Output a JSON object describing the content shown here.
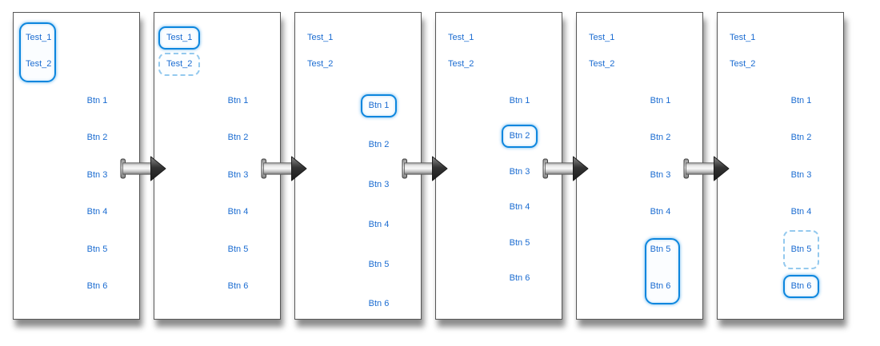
{
  "colors": {
    "label_text": "#1b6cd1",
    "highlight_solid_border": "#0c86de",
    "highlight_dashed_border": "#93c9ee",
    "panel_border": "#565656",
    "arrow_dark": "#2a2a2a"
  },
  "flow": {
    "arrow_icon": "right-arrow",
    "arrow_count": 5
  },
  "panels": [
    {
      "tests": [
        {
          "label": "Test_1",
          "highlight": "none"
        },
        {
          "label": "Test_2",
          "highlight": "none"
        }
      ],
      "test_group_highlight": "solid",
      "button_group_highlight": "none",
      "buttons": [
        {
          "label": "Btn 1",
          "highlight": "none"
        },
        {
          "label": "Btn 2",
          "highlight": "none"
        },
        {
          "label": "Btn 3",
          "highlight": "none"
        },
        {
          "label": "Btn 4",
          "highlight": "none"
        },
        {
          "label": "Btn 5",
          "highlight": "none"
        },
        {
          "label": "Btn 6",
          "highlight": "none"
        }
      ]
    },
    {
      "tests": [
        {
          "label": "Test_1",
          "highlight": "solid"
        },
        {
          "label": "Test_2",
          "highlight": "dashed"
        }
      ],
      "test_group_highlight": "none",
      "button_group_highlight": "none",
      "buttons": [
        {
          "label": "Btn 1",
          "highlight": "none"
        },
        {
          "label": "Btn 2",
          "highlight": "none"
        },
        {
          "label": "Btn 3",
          "highlight": "none"
        },
        {
          "label": "Btn 4",
          "highlight": "none"
        },
        {
          "label": "Btn 5",
          "highlight": "none"
        },
        {
          "label": "Btn 6",
          "highlight": "none"
        }
      ]
    },
    {
      "tests": [
        {
          "label": "Test_1",
          "highlight": "none"
        },
        {
          "label": "Test_2",
          "highlight": "none"
        }
      ],
      "test_group_highlight": "none",
      "button_group_highlight": "none",
      "buttons": [
        {
          "label": "Btn 1",
          "highlight": "solid"
        },
        {
          "label": "Btn 2",
          "highlight": "none"
        },
        {
          "label": "Btn 3",
          "highlight": "none"
        },
        {
          "label": "Btn 4",
          "highlight": "none"
        },
        {
          "label": "Btn 5",
          "highlight": "none"
        },
        {
          "label": "Btn 6",
          "highlight": "none"
        }
      ]
    },
    {
      "tests": [
        {
          "label": "Test_1",
          "highlight": "none"
        },
        {
          "label": "Test_2",
          "highlight": "none"
        }
      ],
      "test_group_highlight": "none",
      "button_group_highlight": "none",
      "buttons": [
        {
          "label": "Btn 1",
          "highlight": "none"
        },
        {
          "label": "Btn 2",
          "highlight": "solid"
        },
        {
          "label": "Btn 3",
          "highlight": "none"
        },
        {
          "label": "Btn 4",
          "highlight": "none"
        },
        {
          "label": "Btn 5",
          "highlight": "none"
        },
        {
          "label": "Btn 6",
          "highlight": "none"
        }
      ]
    },
    {
      "tests": [
        {
          "label": "Test_1",
          "highlight": "none"
        },
        {
          "label": "Test_2",
          "highlight": "none"
        }
      ],
      "test_group_highlight": "none",
      "button_group_highlight": "solid",
      "buttons": [
        {
          "label": "Btn 1",
          "highlight": "none"
        },
        {
          "label": "Btn 2",
          "highlight": "none"
        },
        {
          "label": "Btn 3",
          "highlight": "none"
        },
        {
          "label": "Btn 4",
          "highlight": "none"
        },
        {
          "label": "Btn 5",
          "highlight": "none"
        },
        {
          "label": "Btn 6",
          "highlight": "none"
        }
      ]
    },
    {
      "tests": [
        {
          "label": "Test_1",
          "highlight": "none"
        },
        {
          "label": "Test_2",
          "highlight": "none"
        }
      ],
      "test_group_highlight": "none",
      "button_group_highlight": "none",
      "buttons": [
        {
          "label": "Btn 1",
          "highlight": "none"
        },
        {
          "label": "Btn 2",
          "highlight": "none"
        },
        {
          "label": "Btn 3",
          "highlight": "none"
        },
        {
          "label": "Btn 4",
          "highlight": "none"
        },
        {
          "label": "Btn 5",
          "highlight": "dashed"
        },
        {
          "label": "Btn 6",
          "highlight": "solid"
        }
      ]
    }
  ]
}
